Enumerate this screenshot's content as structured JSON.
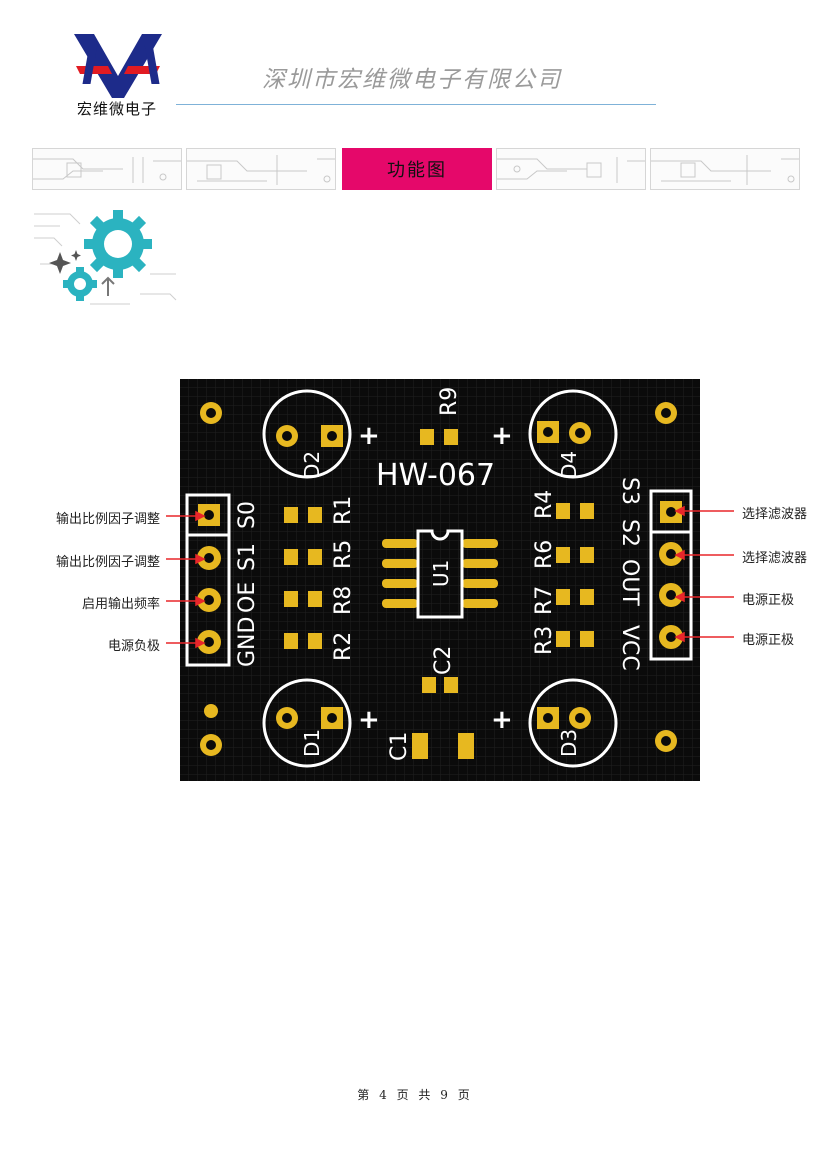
{
  "header": {
    "logo_text": "宏维微电子",
    "company_name": "深圳市宏维微电子有限公司",
    "section_title": "功能图"
  },
  "board": {
    "model": "HW-067",
    "left_pins": [
      "S0",
      "S1",
      "OE",
      "GND"
    ],
    "right_pins": [
      "S3",
      "S2",
      "OUT",
      "VCC"
    ],
    "leds": [
      "D1",
      "D2",
      "D3",
      "D4"
    ],
    "resistors": [
      "R1",
      "R2",
      "R3",
      "R4",
      "R5",
      "R6",
      "R7",
      "R8",
      "R9"
    ],
    "capacitors": [
      "C1",
      "C2"
    ],
    "chip": "U1",
    "plus_sign": "+"
  },
  "callouts": {
    "left": [
      "输出比例因子调整",
      "输出比例因子调整",
      "启用输出频率",
      "电源负极"
    ],
    "right": [
      "选择滤波器",
      "选择滤波器",
      "电源正极",
      "电源正极"
    ]
  },
  "footer": {
    "page_prefix": "第",
    "page_num": "4",
    "page_word": "页",
    "total_prefix": "共",
    "total_num": "9",
    "total_word": "页"
  },
  "colors": {
    "accent": "#e5086a",
    "board": "#0b0b0b",
    "pad": "#e7b820",
    "silkscreen": "#ffffff",
    "callout_line": "#e8262a"
  }
}
